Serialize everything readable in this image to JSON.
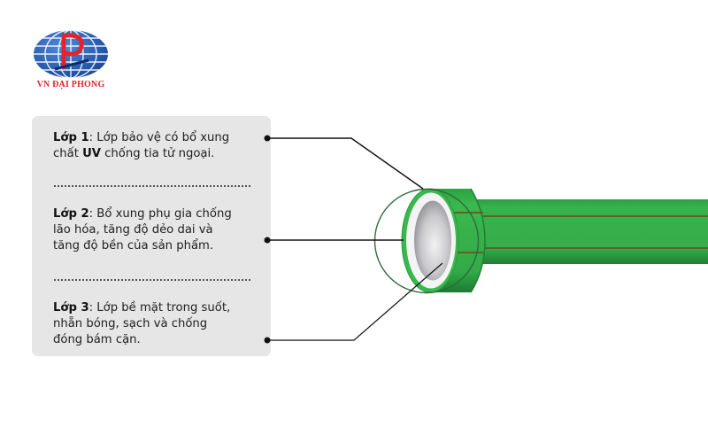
{
  "logo": {
    "brand_text": "VN ĐẠI PHONG",
    "icon": "globe-p-logo-icon",
    "colors": {
      "globe": "#1d5bb5",
      "letter": "#e0262b",
      "text": "#e0262b"
    }
  },
  "layers": [
    {
      "label": "Lớp 1",
      "line1_rest": ": Lớp bảo vệ có bổ xung",
      "line2_pre": "chất ",
      "line2_bold": "UV",
      "line2_post": " chống tia tử ngoại."
    },
    {
      "label": "Lớp 2",
      "line1_rest": ": Bổ xung phụ gia chống",
      "line2": "lão hóa, tăng độ dẻo dai và",
      "line3": "tăng độ bền của sản phẩm."
    },
    {
      "label": "Lớp 3",
      "line1_rest": ": Lớp bề mặt trong suốt,",
      "line2": "nhẵn bóng, sạch và chống",
      "line3": "đóng bám cặn."
    }
  ],
  "colors": {
    "box_bg": "#e6e6e6",
    "pipe_green": "#36b04a",
    "pipe_dark_green": "#1f8a35",
    "stripe": "#6b4a1e",
    "circle_outline": "#2e6b3c",
    "leader_line": "#111111"
  }
}
